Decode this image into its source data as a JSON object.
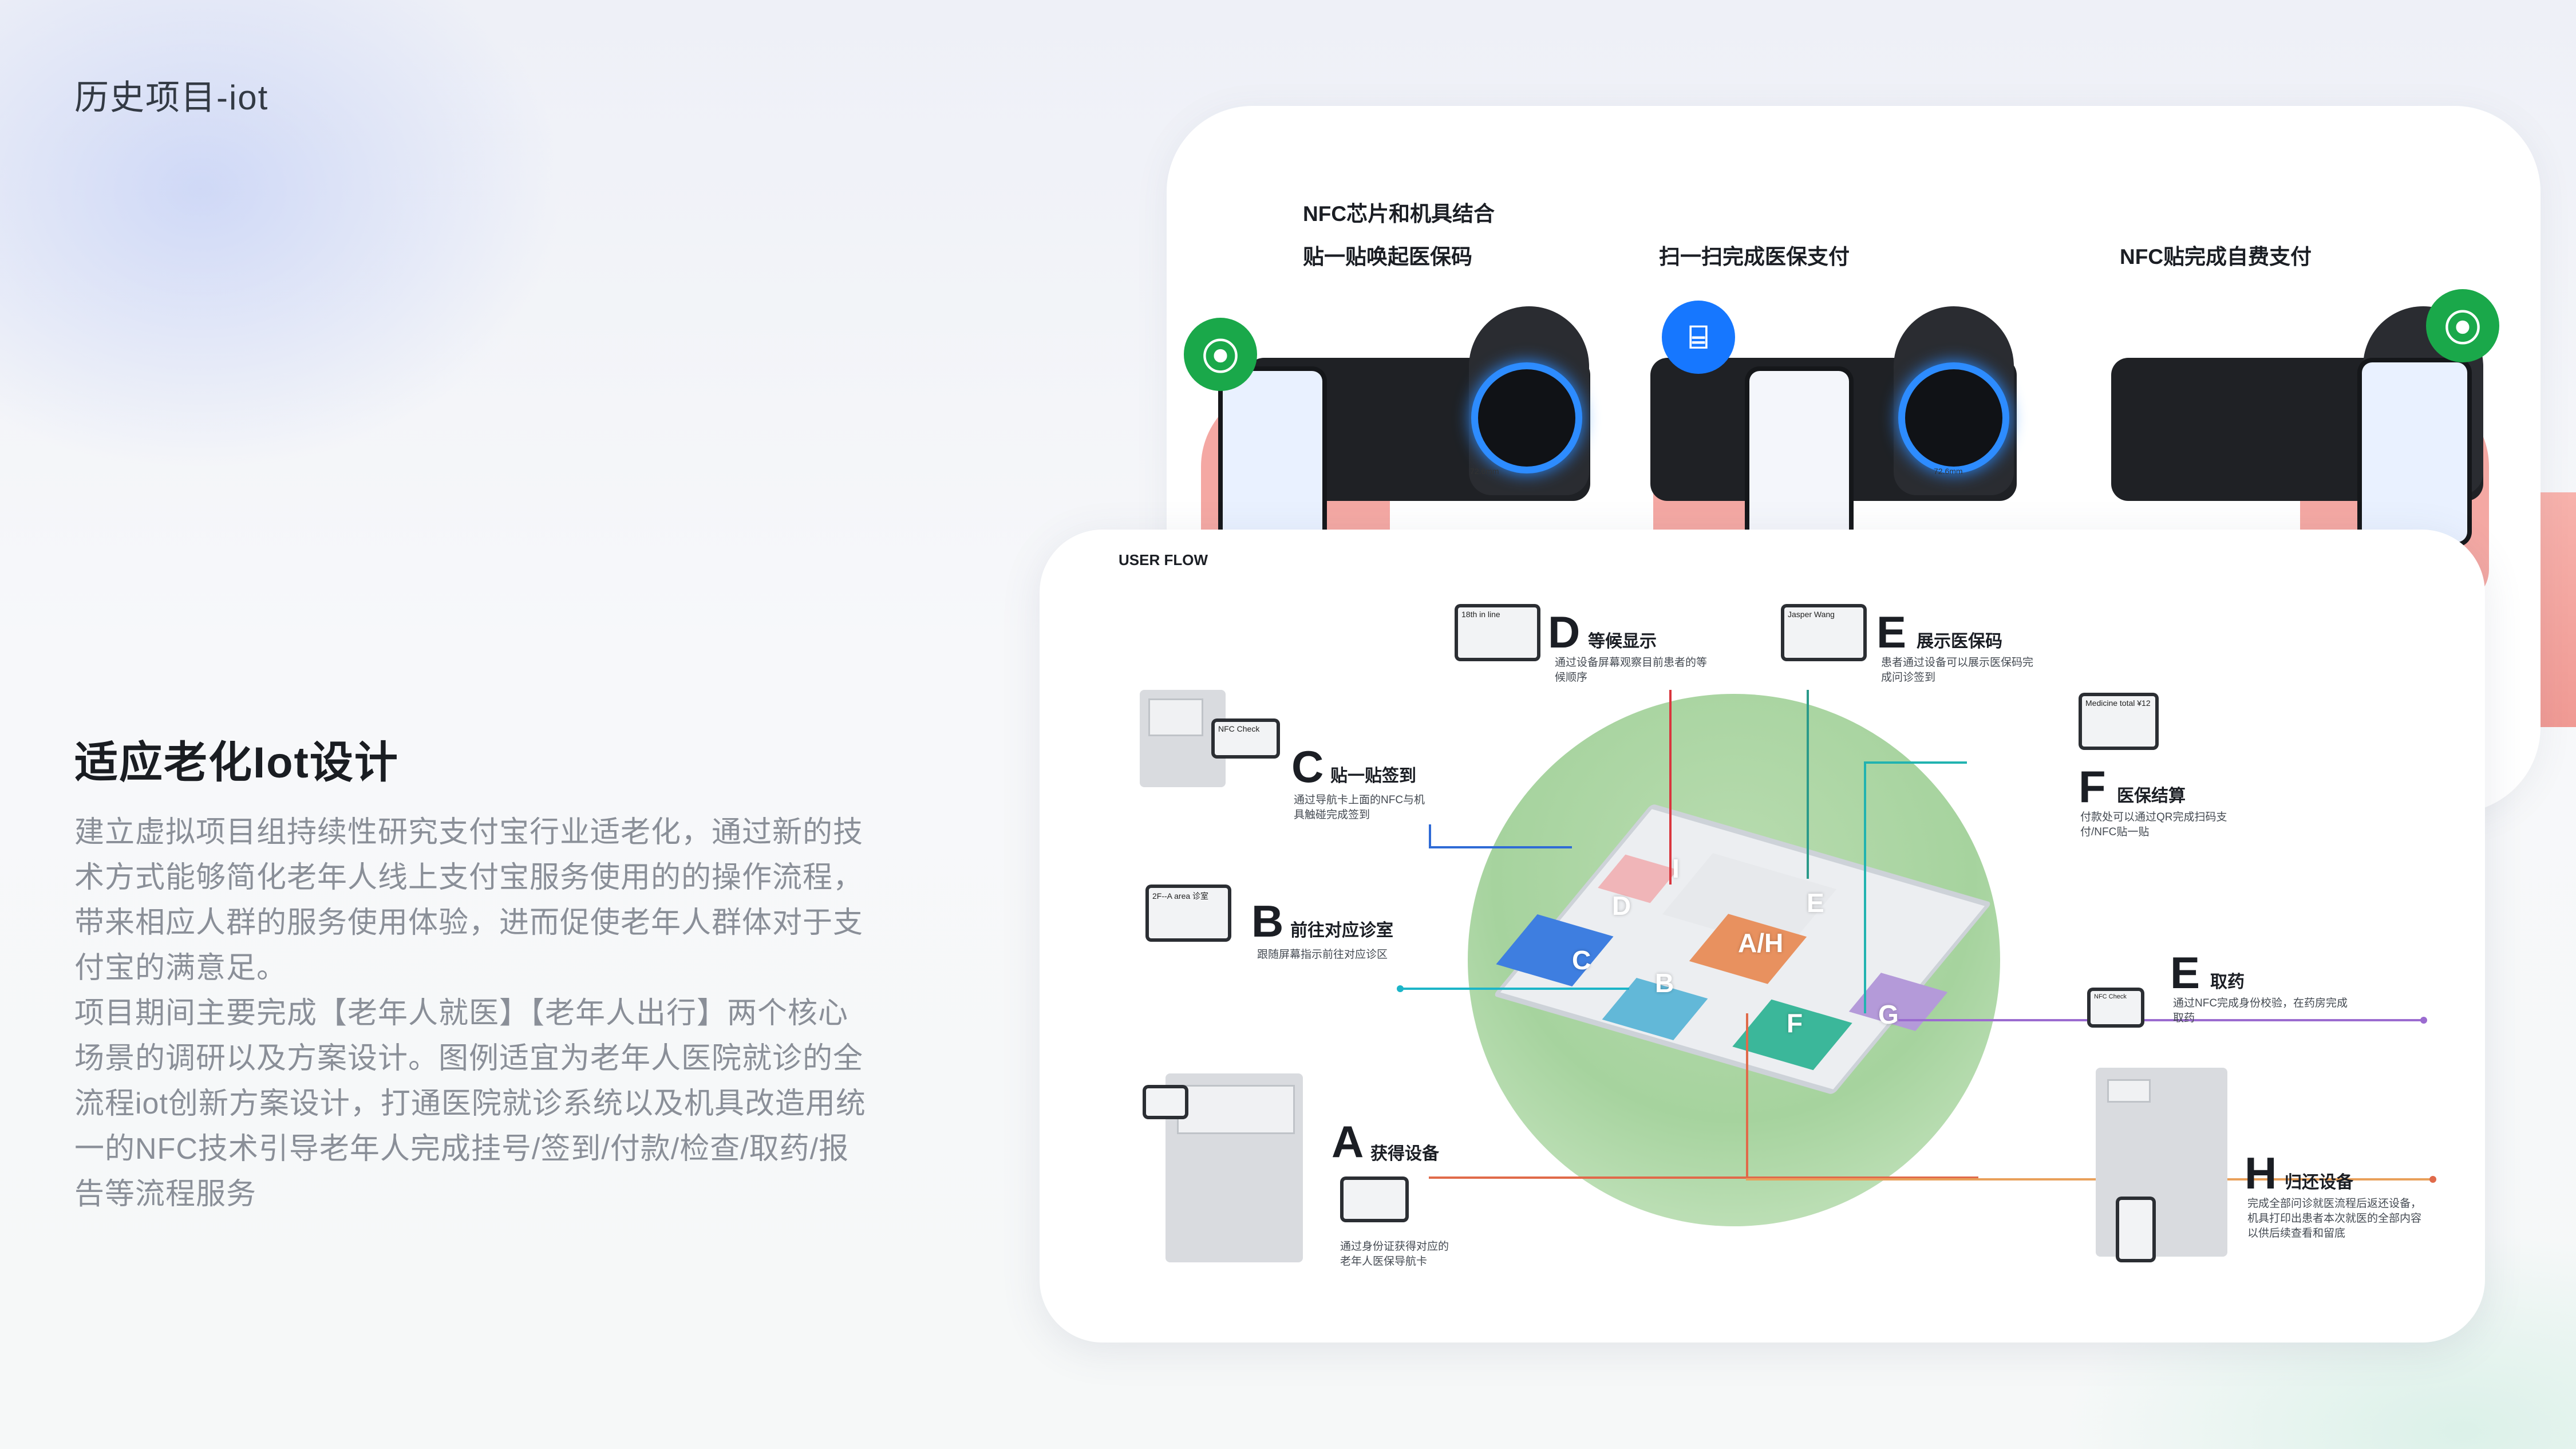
{
  "header": {
    "label": "历史项目-iot"
  },
  "section": {
    "title": "适应老化Iot设计",
    "paragraphs": [
      "建立虚拟项目组持续性研究支付宝行业适老化，通过新的技术方式能够简化老年人线上支付宝服务使用的的操作流程，带来相应人群的服务使用体验，进而促使老年人群体对于支付宝的满意足。",
      "项目期间主要完成【老年人就医】【老年人出行】两个核心场景的调研以及方案设计。图例适宜为老年人医院就诊的全流程iot创新方案设计，打通医院就诊系统以及机具改造用统一的NFC技术引导老年人完成挂号/签到/付款/检查/取药/报告等流程服务"
    ]
  },
  "nfc_card": {
    "captions": [
      {
        "line1": "NFC芯片和机具结合",
        "line2": "贴一贴唤起医保码"
      },
      {
        "line1": "",
        "line2": "扫一扫完成医保支付"
      },
      {
        "line1": "",
        "line2": "NFC贴完成自费支付"
      }
    ],
    "dimension_label": "72.6mm",
    "icons": {
      "nfc": "nfc-icon",
      "scan": "scan-icon",
      "nfc_color": "#1aa84a",
      "scan_color": "#1677ff"
    }
  },
  "user_flow": {
    "title": "USER FLOW",
    "zone_letters": [
      "C",
      "D",
      "I",
      "E",
      "A/H",
      "B",
      "F",
      "G"
    ],
    "steps": {
      "A": {
        "letter": "A",
        "title": "获得设备",
        "desc": "通过身份证获得对应的老年人医保导航卡"
      },
      "B": {
        "letter": "B",
        "title": "前往对应诊室",
        "desc": "跟随屏幕指示前往对应诊区",
        "screen": "2F--A area 诊室"
      },
      "C": {
        "letter": "C",
        "title": "贴一贴签到",
        "desc": "通过导航卡上面的NFC与机具触碰完成签到",
        "screen": "NFC Check"
      },
      "D": {
        "letter": "D",
        "title": "等候显示",
        "desc": "通过设备屏幕观察目前患者的等候顺序",
        "screen": "18th in line"
      },
      "E1": {
        "letter": "E",
        "title": "展示医保码",
        "desc": "患者通过设备可以展示医保码完成问诊签到",
        "screen": "Jasper Wang"
      },
      "F": {
        "letter": "F",
        "title": "医保结算",
        "desc": "付款处可以通过QR完成扫码支付/NFC贴一贴",
        "screen": "Medicine total ¥12"
      },
      "E2": {
        "letter": "E",
        "title": "取药",
        "desc": "通过NFC完成身份校验，在药房完成取药",
        "screen": "NFC Check"
      },
      "H": {
        "letter": "H",
        "title": "归还设备",
        "desc": "完成全部问诊就医流程后返还设备，机具打印出患者本次就医的全部内容以供后续查看和留底"
      }
    },
    "line_colors": {
      "A": "#e06a4a",
      "B": "#1cb5c8",
      "C": "#2f6bd6",
      "D": "#d9363e",
      "E": "#2a9a8a",
      "F": "#22b3b0",
      "G": "#9b6bd0",
      "H": "#e9a05a"
    }
  }
}
